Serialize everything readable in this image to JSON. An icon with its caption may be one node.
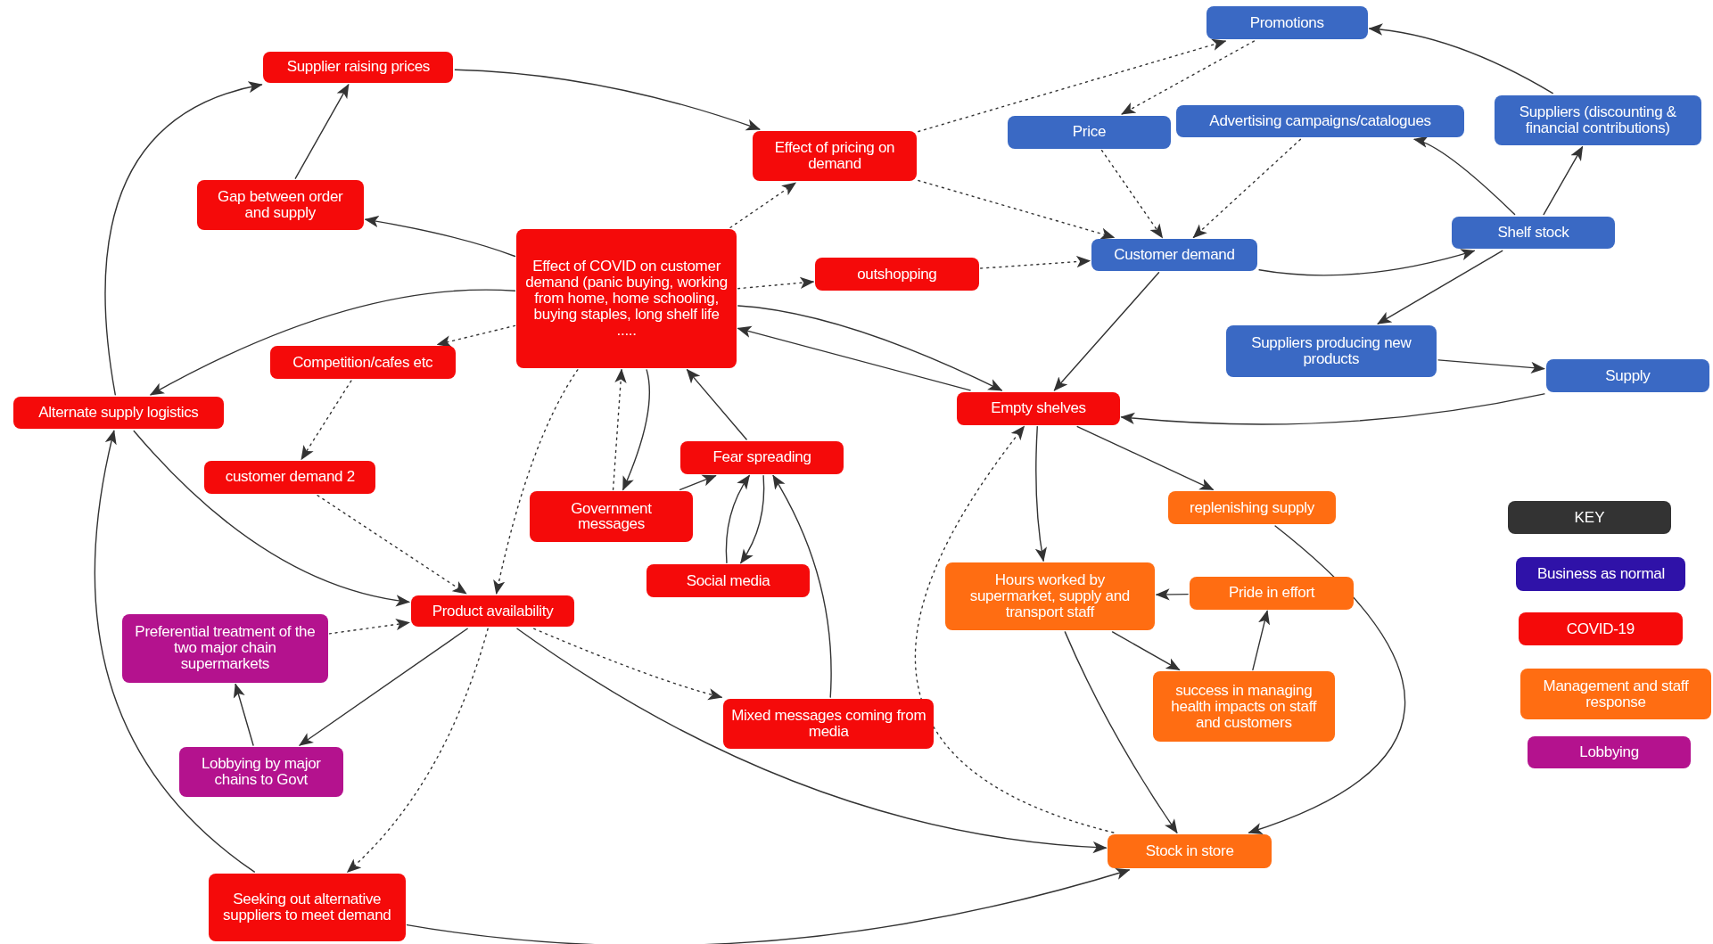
{
  "diagram": {
    "nodes": [
      {
        "text": [
          "Promotions"
        ]
      },
      {
        "text": [
          "Supplier raising prices"
        ]
      },
      {
        "text": [
          "Effect of pricing on demand"
        ]
      },
      {
        "text": [
          "Price"
        ]
      },
      {
        "text": [
          "Advertising campaigns/catalogues"
        ]
      },
      {
        "text": [
          "Suppliers (discounting & financial contributions)"
        ]
      },
      {
        "text": [
          "Gap between order and supply"
        ]
      },
      {
        "text": [
          "Effect of COVID on customer demand (panic buying, working from home, home schooling, buying staples, long shelf life",
          "....."
        ]
      },
      {
        "text": [
          "outshopping"
        ]
      },
      {
        "text": [
          "Customer demand"
        ]
      },
      {
        "text": [
          "Shelf stock"
        ]
      },
      {
        "text": [
          "Competition/cafes etc"
        ]
      },
      {
        "text": [
          "Suppliers producing new products"
        ]
      },
      {
        "text": [
          "Supply"
        ]
      },
      {
        "text": [
          "Alternate supply logistics"
        ]
      },
      {
        "text": [
          "Empty shelves"
        ]
      },
      {
        "text": [
          "Fear spreading"
        ]
      },
      {
        "text": [
          "customer demand 2"
        ]
      },
      {
        "text": [
          "Government messages"
        ]
      },
      {
        "text": [
          "replenishing supply"
        ]
      },
      {
        "text": [
          "Hours worked by supermarket, supply and transport staff"
        ]
      },
      {
        "text": [
          "Pride in effort"
        ]
      },
      {
        "text": [
          "Social media"
        ]
      },
      {
        "text": [
          "Product availability"
        ]
      },
      {
        "text": [
          "Preferential treatment of the two major chain supermarkets"
        ]
      },
      {
        "text": [
          "success in managing health impacts on staff and customers"
        ]
      },
      {
        "text": [
          "Mixed messages coming from media"
        ]
      },
      {
        "text": [
          "Lobbying by major chains to Govt"
        ]
      },
      {
        "text": [
          "Stock in store"
        ]
      },
      {
        "text": [
          "Seeking out alternative suppliers to meet demand"
        ]
      }
    ],
    "edges": [
      {
        "from": 1,
        "to": 2,
        "arrow": "to"
      },
      {
        "from": 6,
        "to": 1,
        "arrow": "to"
      },
      {
        "from": 14,
        "to": 1,
        "arrow": "to"
      },
      {
        "from": 7,
        "to": 6,
        "arrow": "to"
      },
      {
        "from": 7,
        "to": 14,
        "arrow": "to"
      },
      {
        "from": 7,
        "to": 2,
        "arrow": "to",
        "style": "dashed"
      },
      {
        "from": 2,
        "to": 0,
        "arrow": "to",
        "style": "dashed"
      },
      {
        "from": 0,
        "to": 3,
        "arrow": "to",
        "style": "dashed"
      },
      {
        "from": 2,
        "to": 9,
        "arrow": "to",
        "style": "dashed"
      },
      {
        "from": 3,
        "to": 9,
        "arrow": "to",
        "style": "dashed"
      },
      {
        "from": 4,
        "to": 9,
        "arrow": "to",
        "style": "dashed"
      },
      {
        "from": 7,
        "to": 8,
        "arrow": "to",
        "style": "dashed"
      },
      {
        "from": 8,
        "to": 9,
        "arrow": "to",
        "style": "dashed"
      },
      {
        "from": 5,
        "to": 0,
        "arrow": "to"
      },
      {
        "from": 10,
        "to": 4,
        "arrow": "to"
      },
      {
        "from": 10,
        "to": 5,
        "arrow": "to"
      },
      {
        "from": 9,
        "to": 10,
        "arrow": "to"
      },
      {
        "from": 10,
        "to": 12,
        "arrow": "to"
      },
      {
        "from": 12,
        "to": 13,
        "arrow": "to"
      },
      {
        "from": 13,
        "to": 15,
        "arrow": "to"
      },
      {
        "from": 9,
        "to": 15,
        "arrow": "to"
      },
      {
        "from": 7,
        "to": 15,
        "arrow": "to"
      },
      {
        "from": 15,
        "to": 7,
        "arrow": "to"
      },
      {
        "from": 7,
        "to": 11,
        "arrow": "to",
        "style": "dashed"
      },
      {
        "from": 11,
        "to": 17,
        "arrow": "to",
        "style": "dashed"
      },
      {
        "from": 17,
        "to": 23,
        "arrow": "to",
        "style": "dashed"
      },
      {
        "from": 7,
        "to": 23,
        "arrow": "to",
        "style": "dashed"
      },
      {
        "from": 18,
        "to": 7,
        "arrow": "to",
        "style": "dashed"
      },
      {
        "from": 7,
        "to": 18,
        "arrow": "to"
      },
      {
        "from": 16,
        "to": 7,
        "arrow": "to"
      },
      {
        "from": 18,
        "to": 16,
        "arrow": "to"
      },
      {
        "from": 22,
        "to": 16,
        "arrow": "to"
      },
      {
        "from": 16,
        "to": 22,
        "arrow": "to"
      },
      {
        "from": 26,
        "to": 16,
        "arrow": "to"
      },
      {
        "from": 14,
        "to": 23,
        "arrow": "to"
      },
      {
        "from": 24,
        "to": 23,
        "arrow": "to",
        "style": "dashed"
      },
      {
        "from": 23,
        "to": 27,
        "arrow": "to"
      },
      {
        "from": 27,
        "to": 24,
        "arrow": "to"
      },
      {
        "from": 23,
        "to": 26,
        "arrow": "to",
        "style": "dashed"
      },
      {
        "from": 23,
        "to": 29,
        "arrow": "to",
        "style": "dashed"
      },
      {
        "from": 23,
        "to": 28,
        "arrow": "to"
      },
      {
        "from": 29,
        "to": 14,
        "arrow": "to"
      },
      {
        "from": 29,
        "to": 28,
        "arrow": "to"
      },
      {
        "from": 15,
        "to": 19,
        "arrow": "to"
      },
      {
        "from": 15,
        "to": 20,
        "arrow": "to"
      },
      {
        "from": 28,
        "to": 15,
        "arrow": "to",
        "style": "dashed"
      },
      {
        "from": 19,
        "to": 28,
        "arrow": "to"
      },
      {
        "from": 21,
        "to": 20,
        "arrow": "to"
      },
      {
        "from": 20,
        "to": 25,
        "arrow": "to"
      },
      {
        "from": 25,
        "to": 21,
        "arrow": "to"
      },
      {
        "from": 20,
        "to": 28,
        "arrow": "to"
      }
    ],
    "labels": [
      "KEY"
    ],
    "legend": [
      {
        "text": "Business as normal",
        "color": "#2f12a8"
      },
      {
        "text": "COVID-19",
        "color": "#f50a0a"
      },
      {
        "text": "Management and staff response",
        "color": "#ff6d12"
      },
      {
        "text": "Lobbying",
        "color": "#b4128e"
      }
    ]
  }
}
